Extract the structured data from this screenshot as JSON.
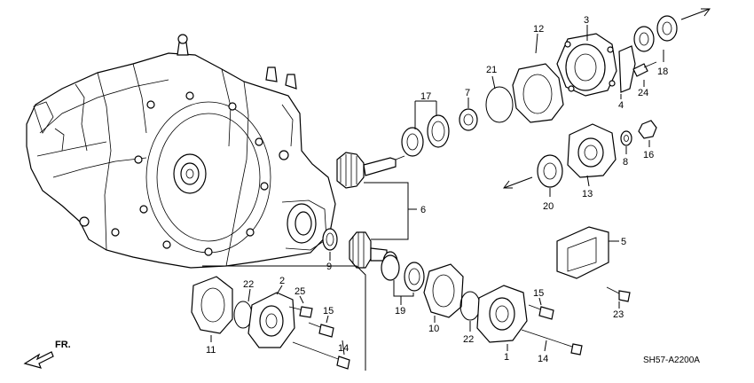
{
  "diagram": {
    "code": "SH57-A2200A",
    "direction_label": "FR."
  },
  "parts": [
    {
      "id": "p1",
      "label": "1"
    },
    {
      "id": "p2",
      "label": "2"
    },
    {
      "id": "p3",
      "label": "3"
    },
    {
      "id": "p4",
      "label": "4"
    },
    {
      "id": "p5",
      "label": "5"
    },
    {
      "id": "p6",
      "label": "6"
    },
    {
      "id": "p7",
      "label": "7"
    },
    {
      "id": "p8",
      "label": "8"
    },
    {
      "id": "p9",
      "label": "9"
    },
    {
      "id": "p10",
      "label": "10"
    },
    {
      "id": "p11",
      "label": "11"
    },
    {
      "id": "p12",
      "label": "12"
    },
    {
      "id": "p13",
      "label": "13"
    },
    {
      "id": "p14a",
      "label": "14"
    },
    {
      "id": "p14b",
      "label": "14"
    },
    {
      "id": "p15a",
      "label": "15"
    },
    {
      "id": "p15b",
      "label": "15"
    },
    {
      "id": "p16",
      "label": "16"
    },
    {
      "id": "p17",
      "label": "17"
    },
    {
      "id": "p18",
      "label": "18"
    },
    {
      "id": "p19",
      "label": "19"
    },
    {
      "id": "p20",
      "label": "20"
    },
    {
      "id": "p21",
      "label": "21"
    },
    {
      "id": "p22a",
      "label": "22"
    },
    {
      "id": "p22b",
      "label": "22"
    },
    {
      "id": "p23",
      "label": "23"
    },
    {
      "id": "p24",
      "label": "24"
    },
    {
      "id": "p25",
      "label": "25"
    }
  ]
}
